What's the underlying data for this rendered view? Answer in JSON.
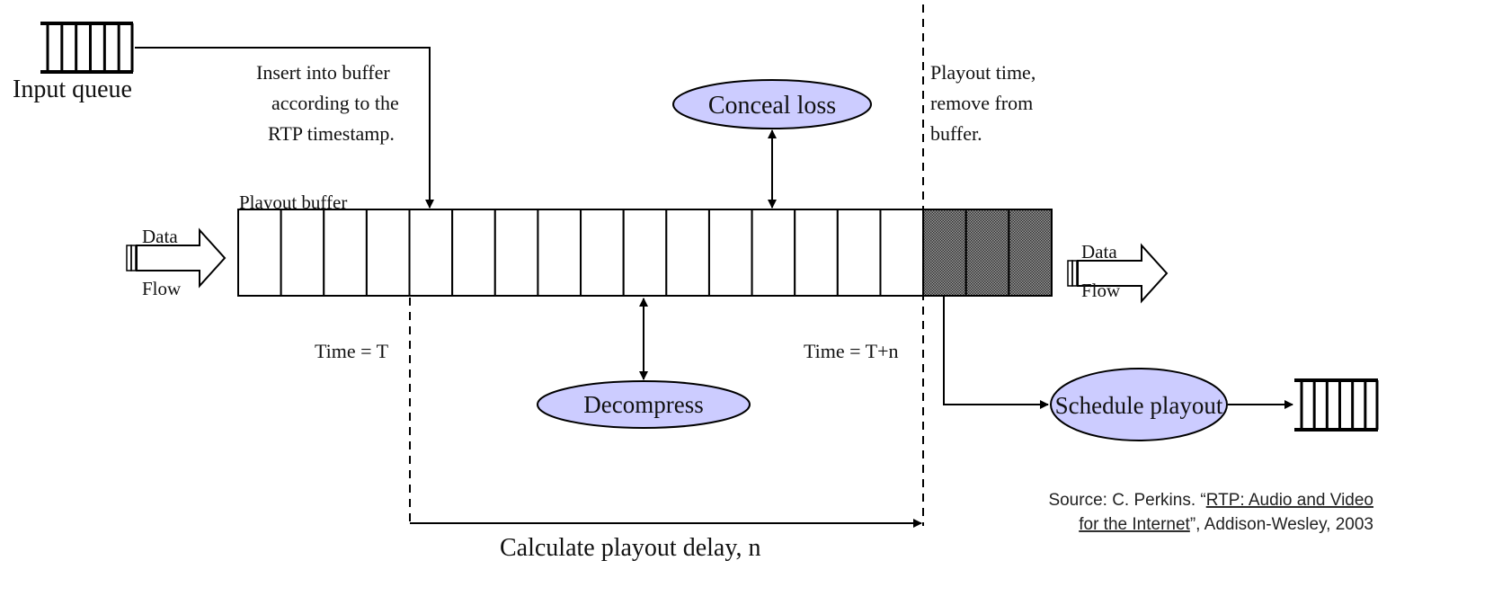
{
  "input_queue": {
    "label": "Input queue"
  },
  "insert_note": [
    "Insert into buffer",
    "according to the",
    "RTP timestamp."
  ],
  "playout_note": [
    "Playout time,",
    "remove from",
    "buffer."
  ],
  "buffer": {
    "label": "Playout buffer",
    "cell_count": 19,
    "shaded_cells": 3
  },
  "data_flow_in": {
    "top": "Data",
    "bottom": "Flow"
  },
  "data_flow_out": {
    "top": "Data",
    "bottom": "Flow"
  },
  "conceal_loss": "Conceal loss",
  "decompress": "Decompress",
  "schedule_playout": "Schedule playout",
  "time_t": "Time = T",
  "time_tn": "Time = T+n",
  "calc_delay": "Calculate playout delay, n",
  "source": {
    "prefix": "Source: C. Perkins. “",
    "link_line1": "RTP: Audio and Video",
    "link_line2": "for the Internet",
    "suffix": "”, Addison-Wesley, 2003"
  },
  "colors": {
    "ellipse_fill": "#ccccff",
    "shaded_cell": "#777777"
  }
}
